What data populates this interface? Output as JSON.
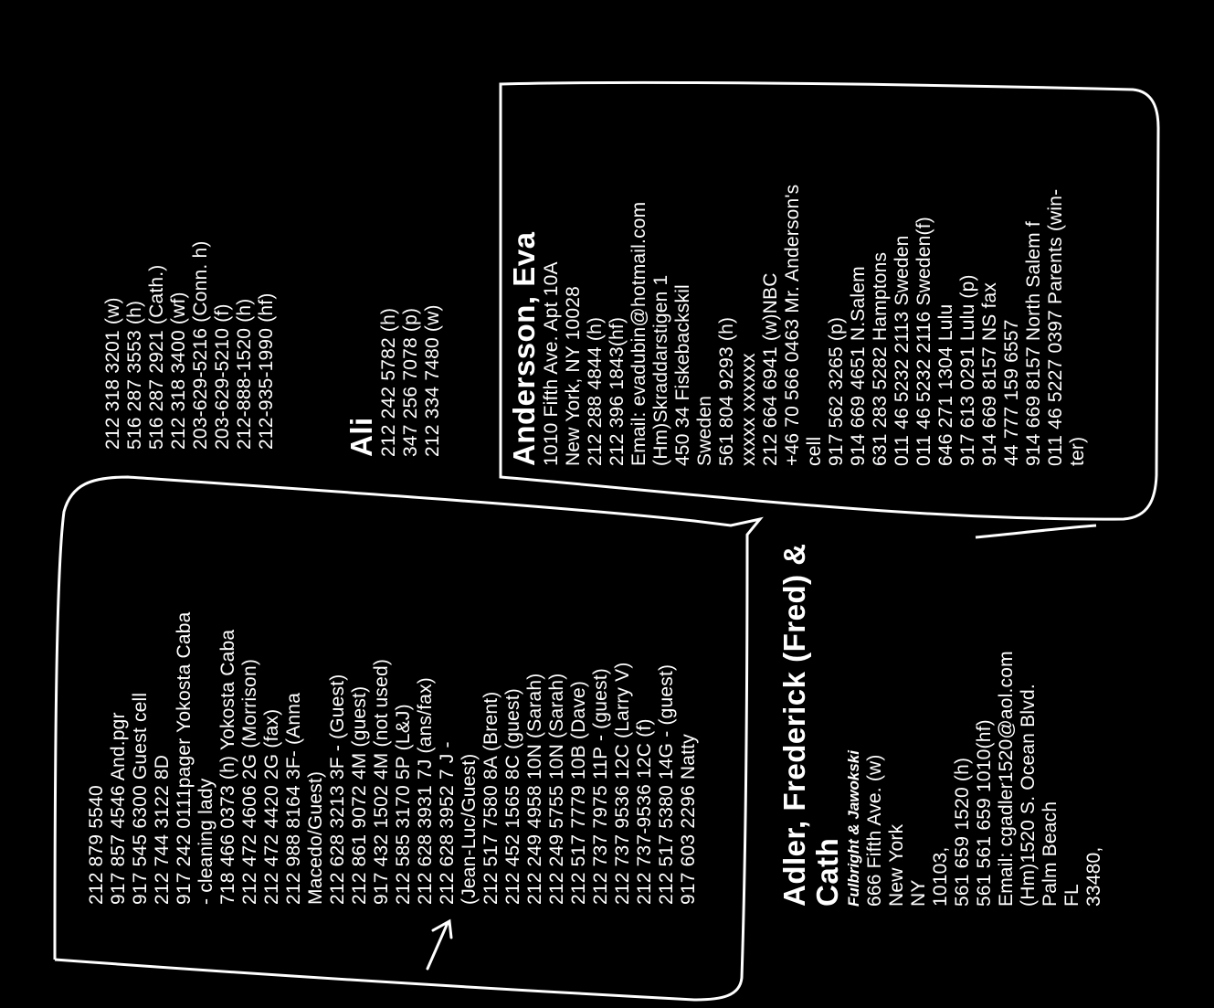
{
  "top_phones": [
    "212 318 3201 (w)",
    "516 287 3553 (h)",
    "516 287 2921 (Cath.)",
    "212 318 3400 (wf)",
    "203-629-5216 (Conn. h)",
    "203-629-5210 (f)",
    "212-888-1520 (h)",
    "212-935-1990 (hf)"
  ],
  "ali": {
    "name": "Ali",
    "lines": [
      "212 242 5782 (h)",
      "347 256 7078 (p)",
      "212 334 7480 (w)"
    ]
  },
  "andersson": {
    "name": "Andersson, Eva",
    "lines": [
      "1010 Fifth Ave. Apt 10A",
      "New York, NY 10028",
      "212 288 4844 (h)",
      "212 396 1843(hf)",
      "Email: evadubin@hotmail.com",
      "(Hm)Skraddarstigen 1",
      "450 34 Fiskebackskil",
      "Sweden",
      "561 804 9293 (h)",
      "xxxxx xxxxxx",
      "212 664 6941 (w)NBC",
      "+46 70 566 0463 Mr. Anderson's",
      "cell",
      "917 562 3265 (p)",
      "914 669 4651 N.Salem",
      "631 283 5282 Hamptons",
      "011 46 5232 2113 Sweden",
      "011 46 5232 2116 Sweden(f)",
      "646 271 1304 Lulu",
      "917 613 0291 Lulu (p)",
      "914 669 8157 NS fax",
      "44 777 159 6557",
      "914 669 8157 North Salem f",
      "011 46 5227 0397 Parents (win-",
      "ter)"
    ]
  },
  "middle_list": [
    "212 879 5540",
    "917 857 4546 And.pgr",
    "917 545 6300 Guest cell",
    "212 744 3122 8D",
    "917 242 0111pager Yokosta Caba",
    "- cleaning lady",
    "718 466 0373 (h) Yokosta Caba",
    "212 472 4606 2G (Morrison)",
    "212 472 4420 2G (fax)",
    "212 988 8164 3F- (Anna",
    "Macedo/Guest)",
    "212 628 3213 3F - (Guest)",
    "212 861 9072 4M (guest)",
    "917 432 1502 4M (not used)",
    "212 585 3170 5P (L&J)",
    "212 628 3931 7J (ans/fax)",
    "212 628 3952 7 J -",
    "(Jean-Luc/Guest)",
    "212 517 7580 8A (Brent)",
    "212 452 1565 8C (guest)",
    "212 249 4958 10N (Sarah)",
    "212 249 5755 10N (Sarah)",
    "212 517 7779 10B (Dave)",
    "212 737 7975 11P - (guest)",
    "212 737 9536 12C (Larry V)",
    "212 737-9536 12C (f)",
    "212 517 5380 14G - (guest)",
    "917 603 2296 Natty"
  ],
  "adler": {
    "name_line1": "Adler, Frederick (Fred) &",
    "name_line2": "Cath",
    "firm": "Fulbright & Jawokski",
    "lines": [
      "666 Fifth Ave. (w)",
      "New York",
      "NY",
      "10103,",
      "561 659 1520 (h)",
      "561 561 659 1010(hf)",
      "Email: cgadler1520@aol.com",
      "(Hm)1520 S. Ocean Blvd.",
      "Palm Beach",
      "FL",
      "33480,"
    ]
  },
  "colors": {
    "background": "#000000",
    "ink": "#ffffff"
  }
}
